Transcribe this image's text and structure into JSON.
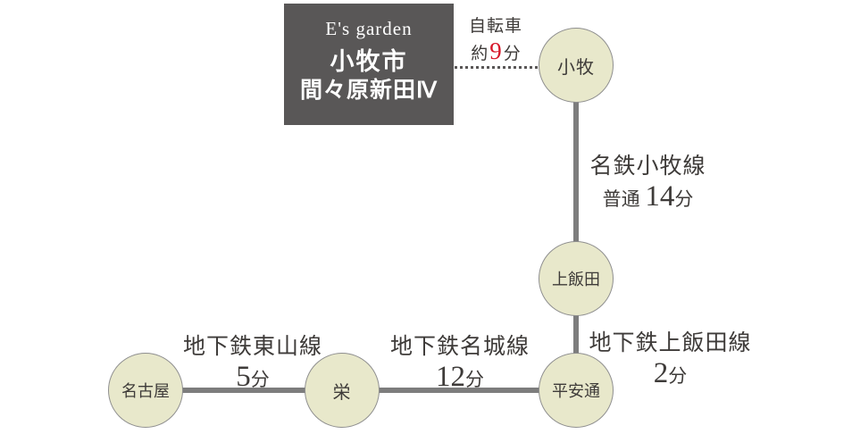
{
  "property_box": {
    "brand": "E's garden",
    "city": "小牧市",
    "name": "間々原新田Ⅳ"
  },
  "bike_access": {
    "mode": "自転車",
    "approx": "約",
    "minutes": "9",
    "unit": "分"
  },
  "stations": {
    "komaki": "小牧",
    "kamiiida": "上飯田",
    "heiandori": "平安通",
    "sakae": "栄",
    "nagoya": "名古屋"
  },
  "segments": {
    "meitetsu_komaki": {
      "line": "名鉄小牧線",
      "service": "普通",
      "minutes": "14",
      "unit": "分"
    },
    "kamiiida_line": {
      "line": "地下鉄上飯田線",
      "minutes": "2",
      "unit": "分"
    },
    "meijo_line": {
      "line": "地下鉄名城線",
      "minutes": "12",
      "unit": "分"
    },
    "higashiyama_line": {
      "line": "地下鉄東山線",
      "minutes": "5",
      "unit": "分"
    }
  },
  "colors": {
    "box_bg": "#595757",
    "circle_fill": "#e8e8cb",
    "circle_border": "#8f8f8f",
    "rail_line": "#7d7d7d",
    "text": "#3e3b39",
    "accent_red": "#d7182a"
  }
}
